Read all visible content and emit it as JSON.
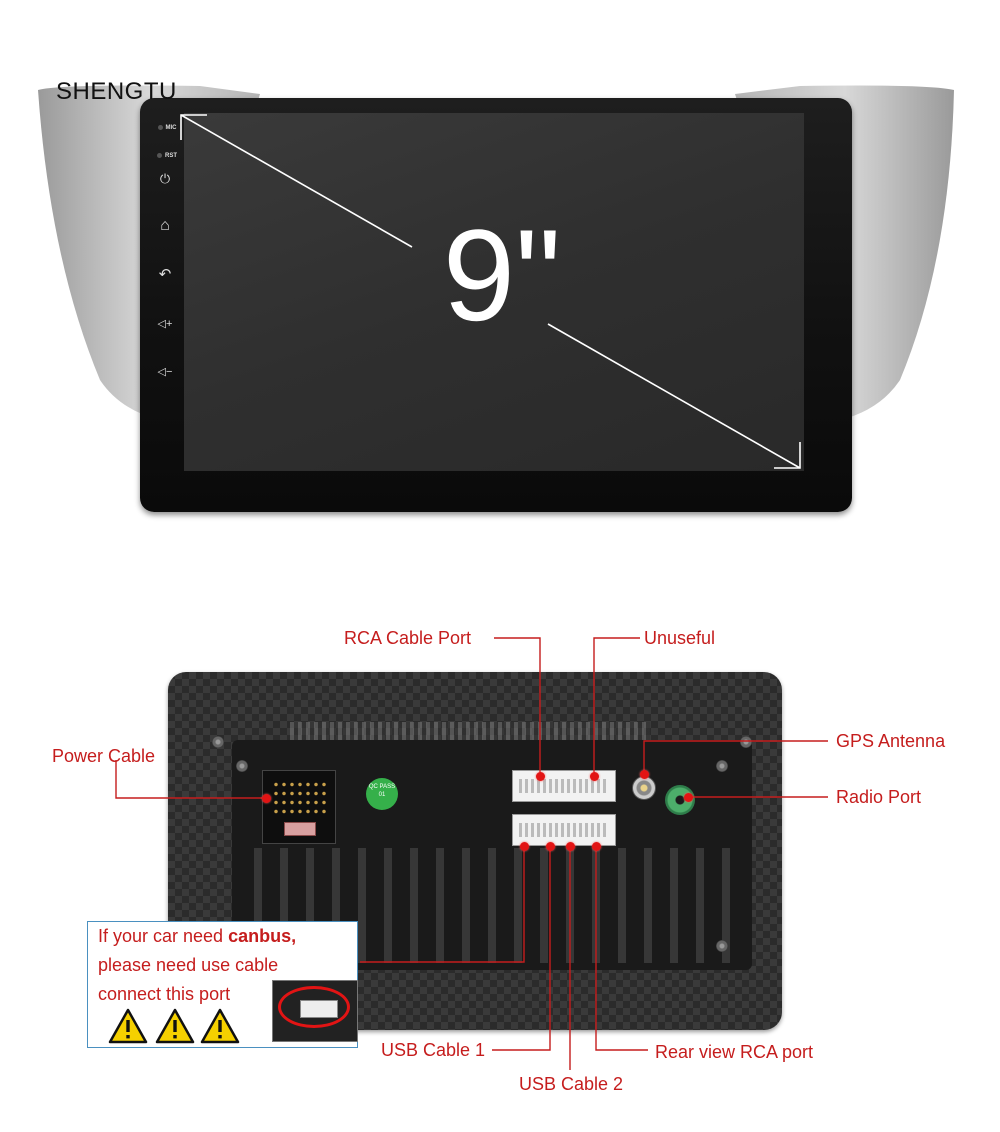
{
  "brand": "SHENGTU",
  "front": {
    "side_buttons": [
      {
        "name": "mic",
        "label": "MIC"
      },
      {
        "name": "rst",
        "label": "RST"
      },
      {
        "name": "power-icon",
        "glyph": "⏻"
      },
      {
        "name": "home-icon",
        "glyph": "⌂"
      },
      {
        "name": "back-icon",
        "glyph": "↶"
      },
      {
        "name": "volume-up-icon",
        "glyph": "◁+"
      },
      {
        "name": "volume-down-icon",
        "glyph": "◁−"
      }
    ],
    "screen_size": "9\""
  },
  "back": {
    "qc_sticker": "QC PASS 01",
    "callouts": {
      "rca_cable_port": "RCA Cable Port",
      "unuseful": "Unuseful",
      "gps_antenna": "GPS Antenna",
      "radio_port": "Radio Port",
      "power_cable": "Power Cable",
      "usb_cable_1": "USB Cable 1",
      "usb_cable_2": "USB Cable 2",
      "rear_view_rca_port": "Rear view RCA port"
    },
    "canbus_note": {
      "line1_prefix": "If your car need ",
      "line1_bold": "canbus,",
      "line2": "please need use cable",
      "line3": "connect this port"
    }
  },
  "colors": {
    "callout": "#c51d1d",
    "dot": "#e21414",
    "box_border": "#4a90c0"
  }
}
